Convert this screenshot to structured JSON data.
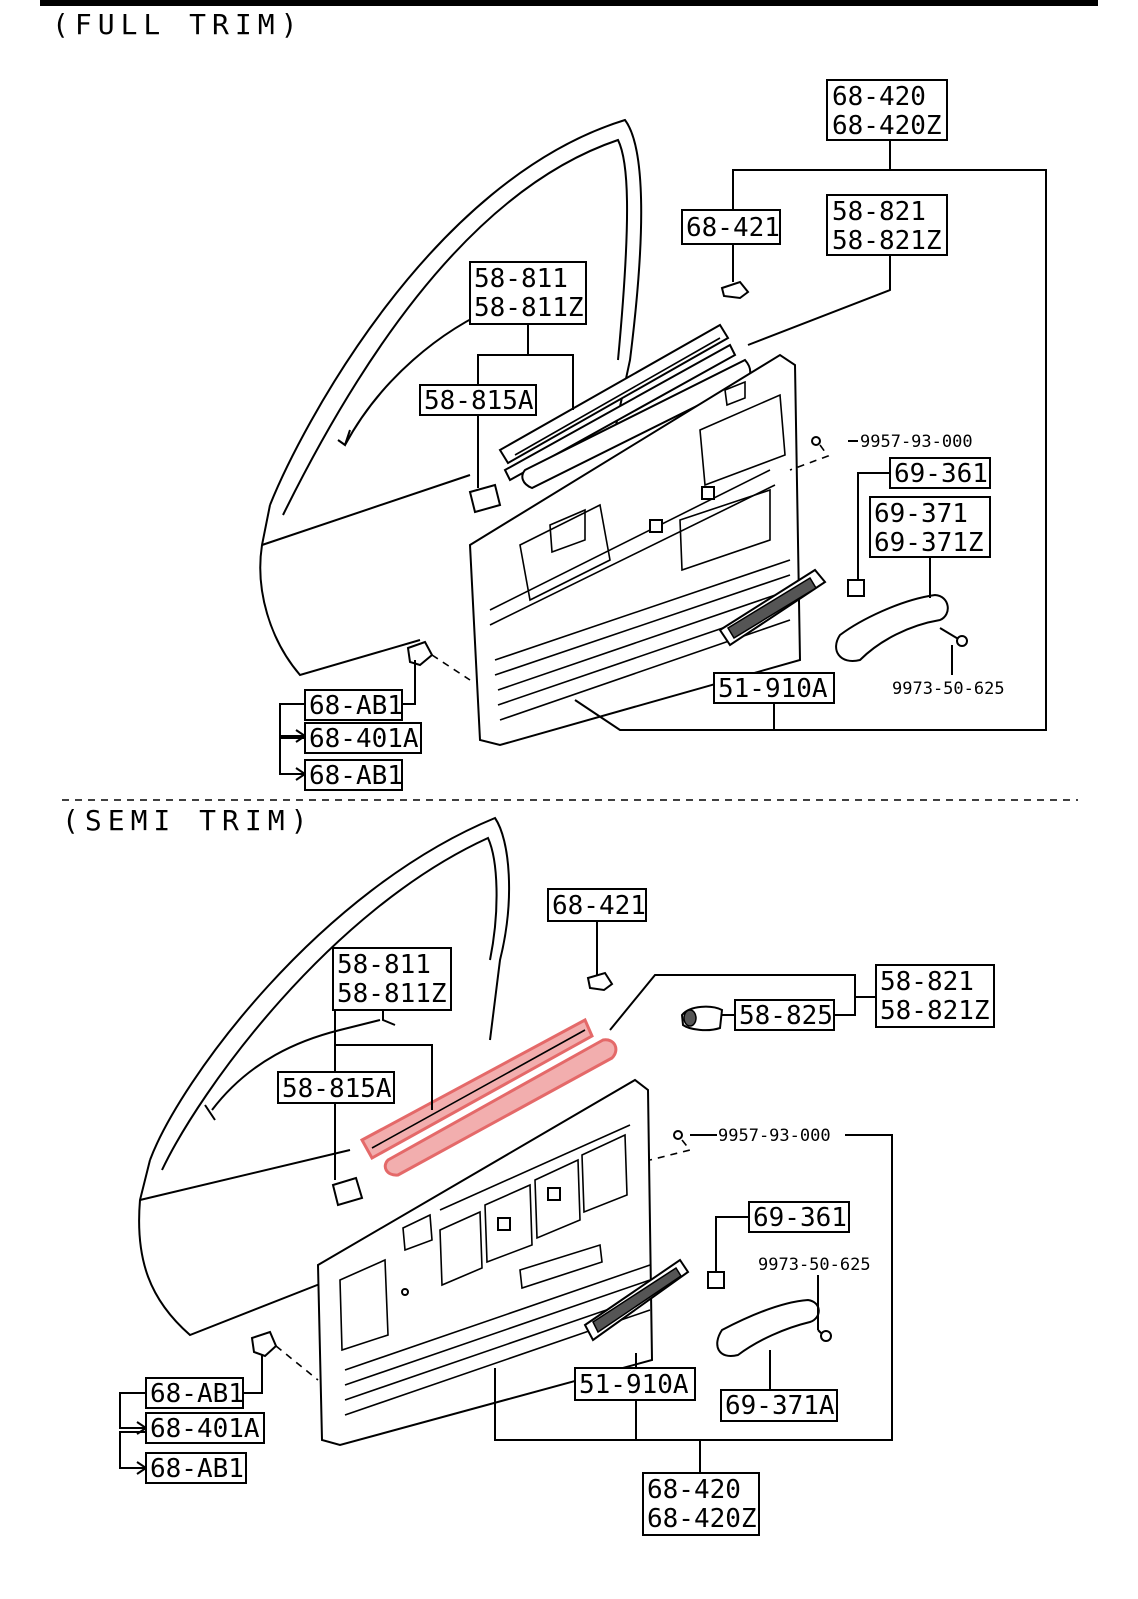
{
  "sections": {
    "full_trim": {
      "title": "(FULL TRIM)",
      "labels": {
        "p68_420": [
          "68-420",
          "68-420Z"
        ],
        "p58_821": [
          "58-821",
          "58-821Z"
        ],
        "p68_421": [
          "68-421"
        ],
        "p58_811": [
          "58-811",
          "58-811Z"
        ],
        "p58_815a": [
          "58-815A"
        ],
        "p9957": [
          "9957-93-000"
        ],
        "p69_361": [
          "69-361"
        ],
        "p69_371": [
          "69-371",
          "69-371Z"
        ],
        "p51_910a": [
          "51-910A"
        ],
        "p9973": [
          "9973-50-625"
        ],
        "p68_ab1_top": [
          "68-AB1"
        ],
        "p68_401a": [
          "68-401A"
        ],
        "p68_ab1_bottom": [
          "68-AB1"
        ]
      }
    },
    "semi_trim": {
      "title": "(SEMI TRIM)",
      "labels": {
        "p68_421": [
          "68-421"
        ],
        "p58_811": [
          "58-811",
          "58-811Z"
        ],
        "p58_821": [
          "58-821",
          "58-821Z"
        ],
        "p58_825": [
          "58-825"
        ],
        "p58_815a": [
          "58-815A"
        ],
        "p9957": [
          "9957-93-000"
        ],
        "p69_361": [
          "69-361"
        ],
        "p9973": [
          "9973-50-625"
        ],
        "p51_910a": [
          "51-910A"
        ],
        "p69_371a": [
          "69-371A"
        ],
        "p68_ab1_top": [
          "68-AB1"
        ],
        "p68_401a": [
          "68-401A"
        ],
        "p68_ab1_bottom": [
          "68-AB1"
        ],
        "p68_420": [
          "68-420",
          "68-420Z"
        ]
      }
    }
  },
  "highlight_color": "#e05050"
}
